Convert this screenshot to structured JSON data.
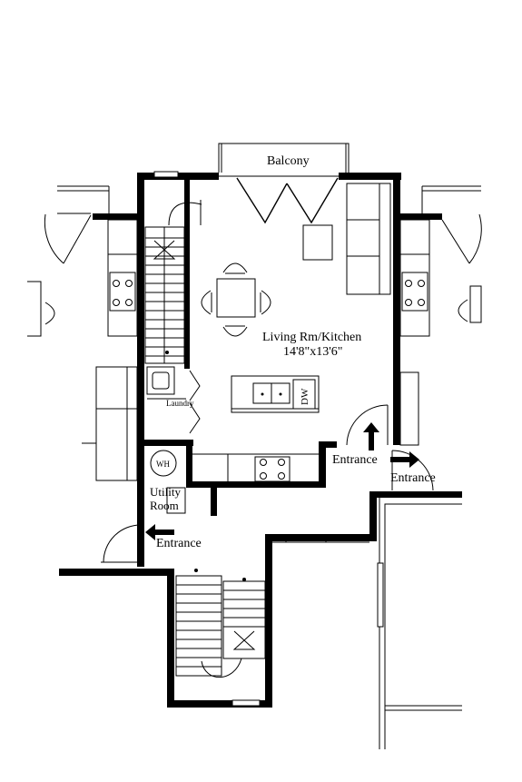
{
  "floorplan": {
    "labels": {
      "balcony": "Balcony",
      "living_room": "Living Rm/Kitchen",
      "living_dims": "14'8\"x13'6\"",
      "laundry": "Laundry",
      "water_heater": "WH",
      "dishwasher": "DW",
      "utility_line1": "Utility",
      "utility_line2": "Room",
      "entrance_center": "Entrance",
      "entrance_right": "Entrance",
      "entrance_left": "Entrance"
    },
    "colors": {
      "walls": "#000000",
      "background": "#ffffff",
      "lines": "#000000"
    }
  }
}
